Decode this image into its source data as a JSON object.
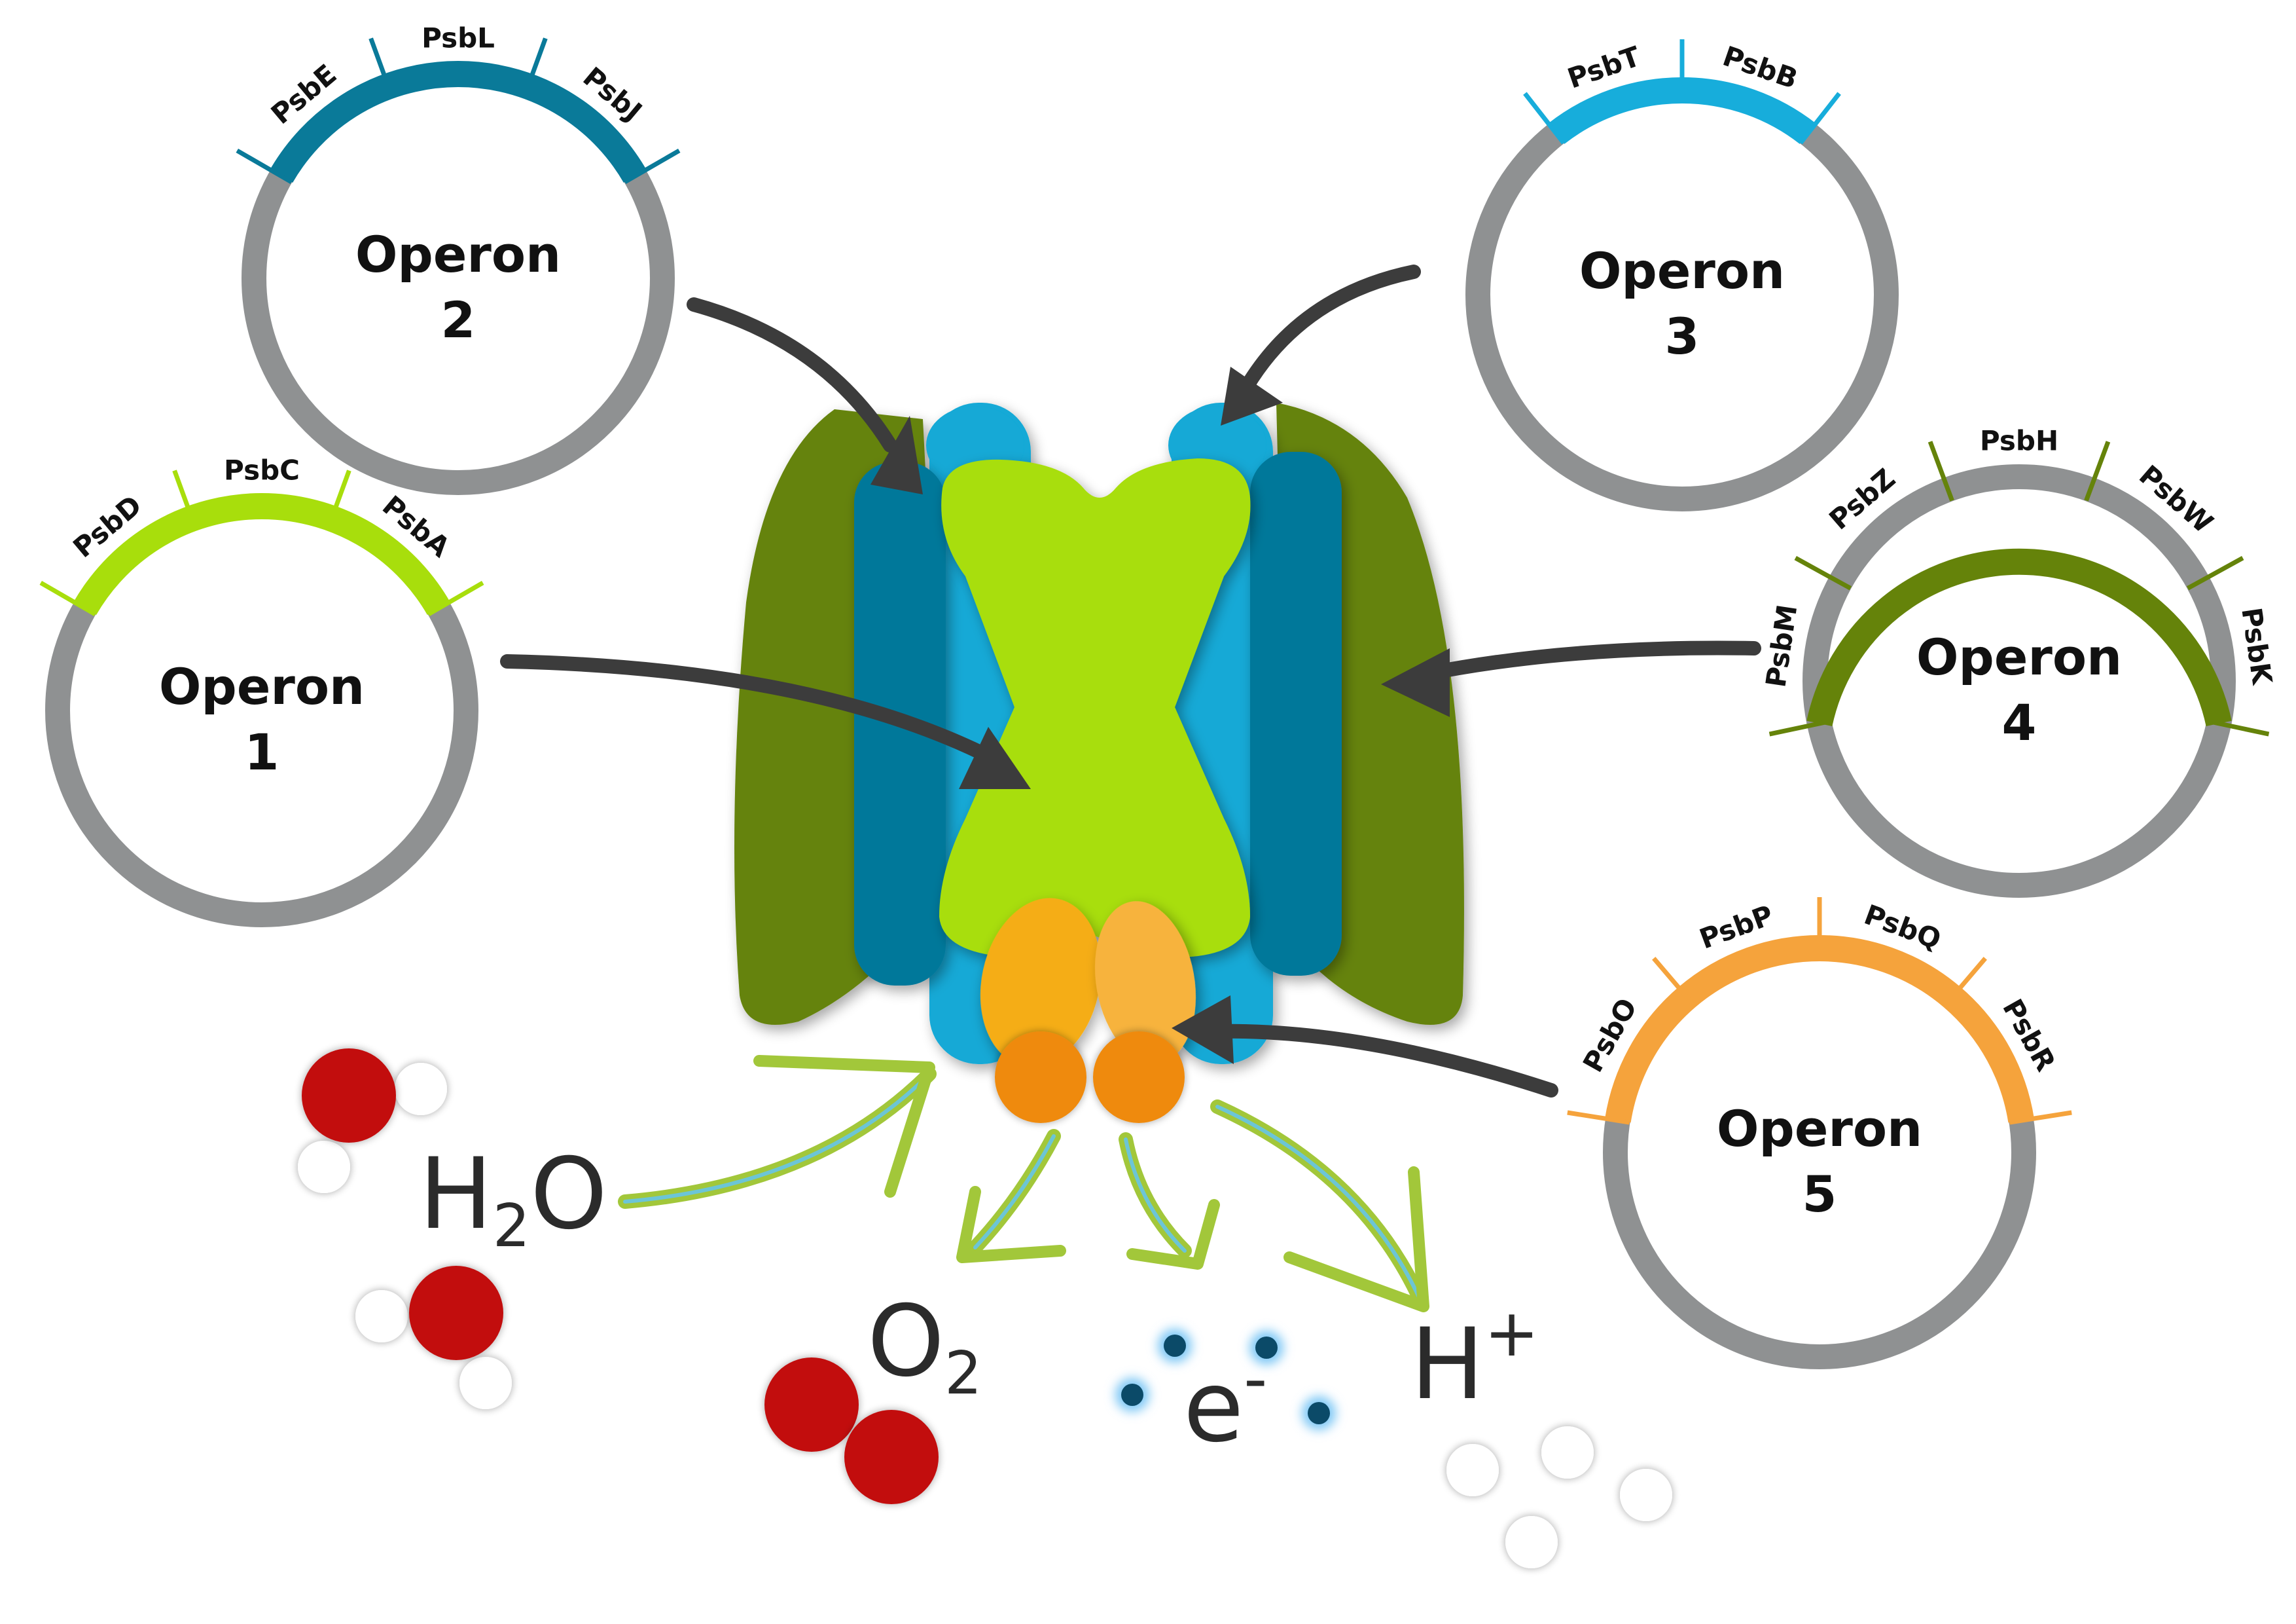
{
  "colors": {
    "operon_ring": "#8f9192",
    "operon_1": "#a8de0c",
    "operon_2": "#0a7a99",
    "operon_3": "#17addb",
    "operon_4": "#65830a",
    "operon_5": "#f5a33c",
    "protein_dark_green": "#65830a",
    "protein_dark_blue": "#06789a",
    "protein_light_blue": "#12a9d6",
    "protein_lime": "#a8de0c",
    "protein_orange": "#f5ad12",
    "protein_orange_light": "#f7b33e",
    "protein_orange_ball": "#ef8a0c",
    "arrow_dark": "#3c3c3c",
    "arrow_green": "#a2c73a",
    "oxygen_atom": "#c20b0b",
    "hydrogen_atom": "#ffffff",
    "electron": "#0b4a68",
    "electron_glow": "#7fc8f5",
    "formula_text": "#2b2b2b"
  },
  "operons": [
    {
      "title": "Operon",
      "number": "1",
      "genes": [
        "PsbD",
        "PsbC",
        "PsbA"
      ]
    },
    {
      "title": "Operon",
      "number": "2",
      "genes": [
        "PsbE",
        "PsbL",
        "PsbJ"
      ]
    },
    {
      "title": "Operon",
      "number": "3",
      "genes": [
        "PsbT",
        "PsbB"
      ]
    },
    {
      "title": "Operon",
      "number": "4",
      "genes": [
        "PsbM",
        "PsbZ",
        "PsbH",
        "PsbW",
        "PsbK"
      ]
    },
    {
      "title": "Operon",
      "number": "5",
      "genes": [
        "PsbO",
        "PsbP",
        "PsbQ",
        "PsbR"
      ]
    }
  ],
  "molecules": {
    "water": {
      "main": "H",
      "sub": "2",
      "tail": "O"
    },
    "oxygen": {
      "main": "O",
      "sub": "2"
    },
    "electron": {
      "main": "e",
      "sup": "-"
    },
    "proton": {
      "main": "H",
      "sup": "+"
    }
  }
}
